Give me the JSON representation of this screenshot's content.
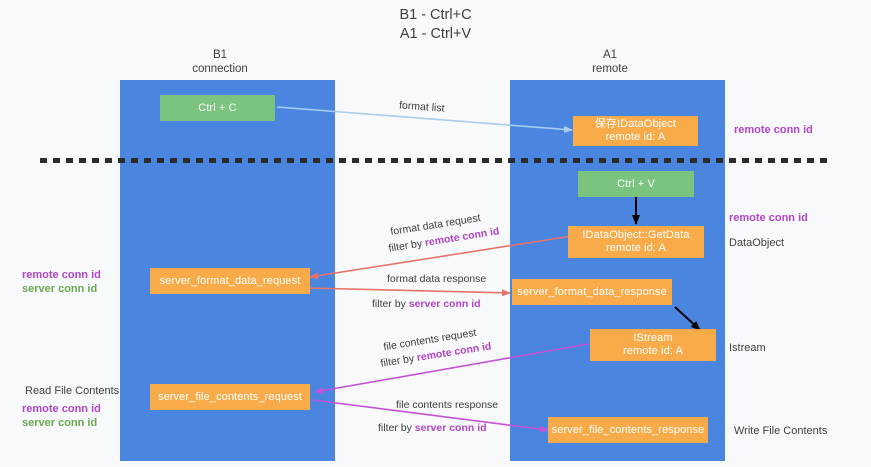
{
  "title": "B1 - Ctrl+C\nA1 - Ctrl+V",
  "columns": [
    {
      "name": "b1",
      "header": "B1\nconnection"
    },
    {
      "name": "a1",
      "header": "A1\nremote"
    }
  ],
  "boxes": {
    "ctrl_c": "Ctrl + C",
    "ctrl_v": "Ctrl + V",
    "idataobject": "保存IDataObject\nremote id: A",
    "idataobject_getdata": "IDataObject::GetData\nremote id: A",
    "server_format_data_request": "server_format_data_request",
    "server_format_data_response": "server_format_data_response",
    "istream": "IStream\nremote id: A",
    "server_file_contents_request": "server_file_contents_request",
    "server_file_contents_response": "server_file_contents_response"
  },
  "arrow_labels": {
    "format_list": "format list",
    "format_data_request": "format data request",
    "format_data_req_filter_prefix": "filter by ",
    "format_data_req_filter_value": "remote conn id",
    "format_data_response": "format data response",
    "format_data_res_filter_prefix": "filter by ",
    "format_data_res_filter_value": "server conn id",
    "file_contents_request": "file contents request",
    "file_contents_req_filter_prefix": "filter by ",
    "file_contents_req_filter_value": "remote conn id",
    "file_contents_response": "file contents response",
    "file_contents_res_filter_prefix": "filter by ",
    "file_contents_res_filter_value": "server conn id"
  },
  "right_labels": {
    "remote_conn_id_top": "remote conn id",
    "remote_conn_id_middle": "remote conn id",
    "dataobject": "DataObject",
    "istream": "Istream",
    "write_file_contents": "Write File Contents"
  },
  "left_labels": {
    "remote_conn_id": "remote conn id",
    "server_conn_id": "server conn id",
    "read_file_contents": "Read File Contents",
    "remote_conn_id_2": "remote conn id",
    "server_conn_id_2": "server conn id"
  },
  "colors": {
    "lane": "#4a86e0",
    "green_box": "#7bc47f",
    "orange_box": "#f9ab4a",
    "remote_text": "#b045c8",
    "server_text": "#6aa84f",
    "red_arrow": "#e8736a",
    "purple_arrow": "#c452d8",
    "blue_arrow": "#a8cdf0",
    "black_arrow": "#000000",
    "background": "#f8f9fa"
  }
}
